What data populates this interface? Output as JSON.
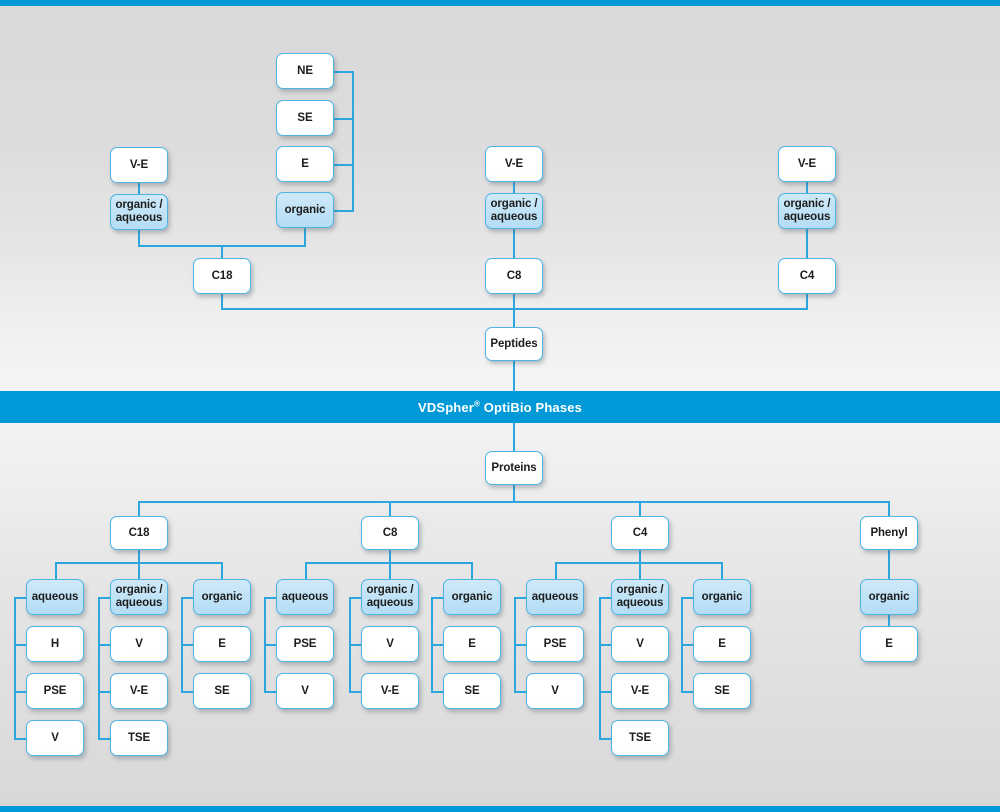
{
  "banner": {
    "text_before": "VDSpher",
    "registered": "®",
    "text_after": " OptiBio Phases",
    "full_text": "VDSpher® OptiBio Phases",
    "background_color": "#0099d8",
    "text_color": "#ffffff"
  },
  "colors": {
    "accent": "#0099d8",
    "line": "#2ba6df",
    "node_border": "#4fb4e4",
    "node_blue_fill": "#bfe2f6",
    "node_white_fill": "#ffffff",
    "page_background": "#e2e2e2",
    "text": "#1c1c1c"
  },
  "diagram": {
    "type": "tree",
    "roots": [
      "Peptides",
      "Proteins"
    ],
    "peptides": {
      "label": "Peptides",
      "branches": [
        {
          "phase": "C18",
          "modes": [
            {
              "label_line1": "organic /",
              "label_line2": "aqueous",
              "highlight": true,
              "children": [
                "V-E"
              ]
            },
            {
              "label_line1": "organic",
              "label_line2": "",
              "highlight": true,
              "children": [
                "NE",
                "SE",
                "E"
              ]
            }
          ]
        },
        {
          "phase": "C8",
          "modes": [
            {
              "label_line1": "organic /",
              "label_line2": "aqueous",
              "highlight": true,
              "children": [
                "V-E"
              ]
            }
          ]
        },
        {
          "phase": "C4",
          "modes": [
            {
              "label_line1": "organic /",
              "label_line2": "aqueous",
              "highlight": true,
              "children": [
                "V-E"
              ]
            }
          ]
        }
      ]
    },
    "proteins": {
      "label": "Proteins",
      "branches": [
        {
          "phase": "C18",
          "modes": [
            {
              "label_line1": "aqueous",
              "label_line2": "",
              "highlight": true,
              "children": [
                "H",
                "PSE",
                "V"
              ]
            },
            {
              "label_line1": "organic /",
              "label_line2": "aqueous",
              "highlight": true,
              "children": [
                "V",
                "V-E",
                "TSE"
              ]
            },
            {
              "label_line1": "organic",
              "label_line2": "",
              "highlight": true,
              "children": [
                "E",
                "SE"
              ]
            }
          ]
        },
        {
          "phase": "C8",
          "modes": [
            {
              "label_line1": "aqueous",
              "label_line2": "",
              "highlight": true,
              "children": [
                "PSE",
                "V"
              ]
            },
            {
              "label_line1": "organic /",
              "label_line2": "aqueous",
              "highlight": true,
              "children": [
                "V",
                "V-E"
              ]
            },
            {
              "label_line1": "organic",
              "label_line2": "",
              "highlight": true,
              "children": [
                "E",
                "SE"
              ]
            }
          ]
        },
        {
          "phase": "C4",
          "modes": [
            {
              "label_line1": "aqueous",
              "label_line2": "",
              "highlight": true,
              "children": [
                "PSE",
                "V"
              ]
            },
            {
              "label_line1": "organic /",
              "label_line2": "aqueous",
              "highlight": true,
              "children": [
                "V",
                "V-E",
                "TSE"
              ]
            },
            {
              "label_line1": "organic",
              "label_line2": "",
              "highlight": true,
              "children": [
                "E",
                "SE"
              ]
            }
          ]
        },
        {
          "phase": "Phenyl",
          "modes": [
            {
              "label_line1": "organic",
              "label_line2": "",
              "highlight": true,
              "children": [
                "E"
              ]
            }
          ]
        }
      ]
    }
  },
  "nodes": {
    "t_ne": "NE",
    "t_se": "SE",
    "t_e": "E",
    "t_organic": "organic",
    "t_ve_left": "V-E",
    "t_oa_left_l1": "organic /",
    "t_oa_left_l2": "aqueous",
    "t_c18": "C18",
    "t_ve_mid": "V-E",
    "t_oa_mid_l1": "organic /",
    "t_oa_mid_l2": "aqueous",
    "t_c8": "C8",
    "t_ve_right": "V-E",
    "t_oa_right_l1": "organic /",
    "t_oa_right_l2": "aqueous",
    "t_c4": "C4",
    "peptides": "Peptides",
    "proteins": "Proteins",
    "b_c18": "C18",
    "b_c8": "C8",
    "b_c4": "C4",
    "b_phenyl": "Phenyl",
    "aqueous": "aqueous",
    "oa_l1": "organic /",
    "oa_l2": "aqueous",
    "organic": "organic",
    "c18_aq_1": "H",
    "c18_aq_2": "PSE",
    "c18_aq_3": "V",
    "c18_oa_1": "V",
    "c18_oa_2": "V-E",
    "c18_oa_3": "TSE",
    "c18_or_1": "E",
    "c18_or_2": "SE",
    "c8_aq_1": "PSE",
    "c8_aq_2": "V",
    "c8_oa_1": "V",
    "c8_oa_2": "V-E",
    "c8_or_1": "E",
    "c8_or_2": "SE",
    "c4_aq_1": "PSE",
    "c4_aq_2": "V",
    "c4_oa_1": "V",
    "c4_oa_2": "V-E",
    "c4_oa_3": "TSE",
    "c4_or_1": "E",
    "c4_or_2": "SE",
    "ph_or_1": "E"
  }
}
